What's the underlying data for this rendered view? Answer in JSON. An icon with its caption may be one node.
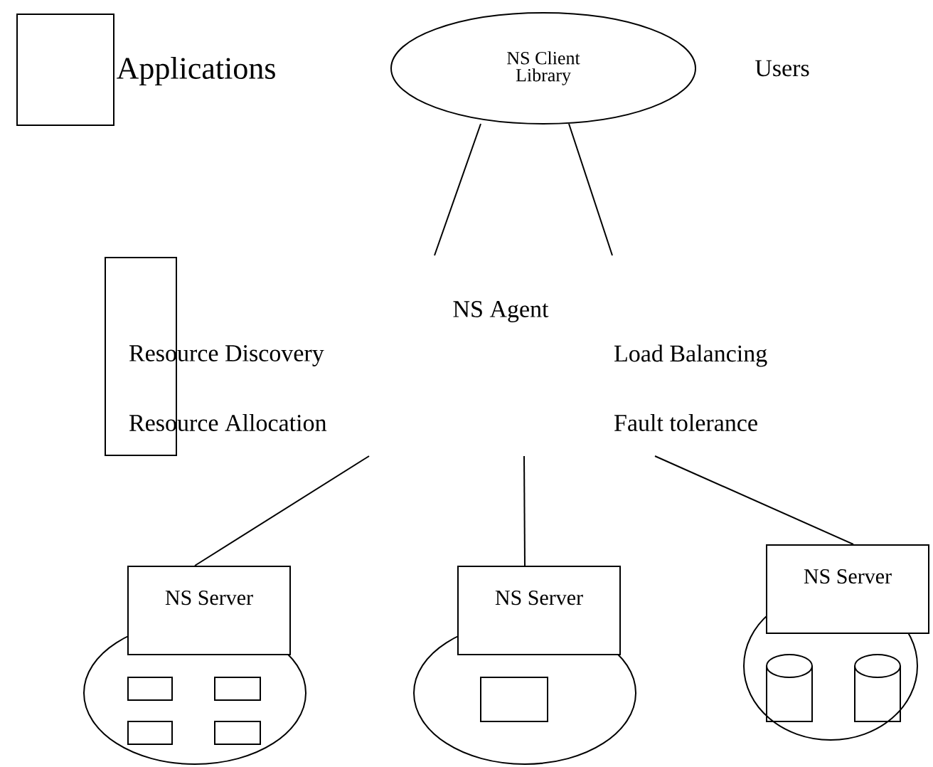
{
  "diagram": {
    "nodes": [
      {
        "text": [
          "NS Client Library"
        ]
      },
      {
        "text": [
          "NS Agent",
          "Resource Discovery",
          "Resource Allocation",
          "Load Balancing",
          "Fault tolerance"
        ]
      },
      {
        "text": [
          "NS Server"
        ]
      },
      {
        "text": [
          "NS Server"
        ]
      },
      {
        "text": [
          "NS Server"
        ]
      }
    ],
    "edges": [
      {
        "from": 0,
        "to": 1,
        "arrow": "none"
      },
      {
        "from": 0,
        "to": 1,
        "arrow": "none"
      },
      {
        "from": 1,
        "to": 2,
        "arrow": "none"
      },
      {
        "from": 1,
        "to": 3,
        "arrow": "none"
      },
      {
        "from": 1,
        "to": 4,
        "arrow": "none"
      }
    ],
    "labels": [
      "Applications",
      "Users"
    ]
  }
}
